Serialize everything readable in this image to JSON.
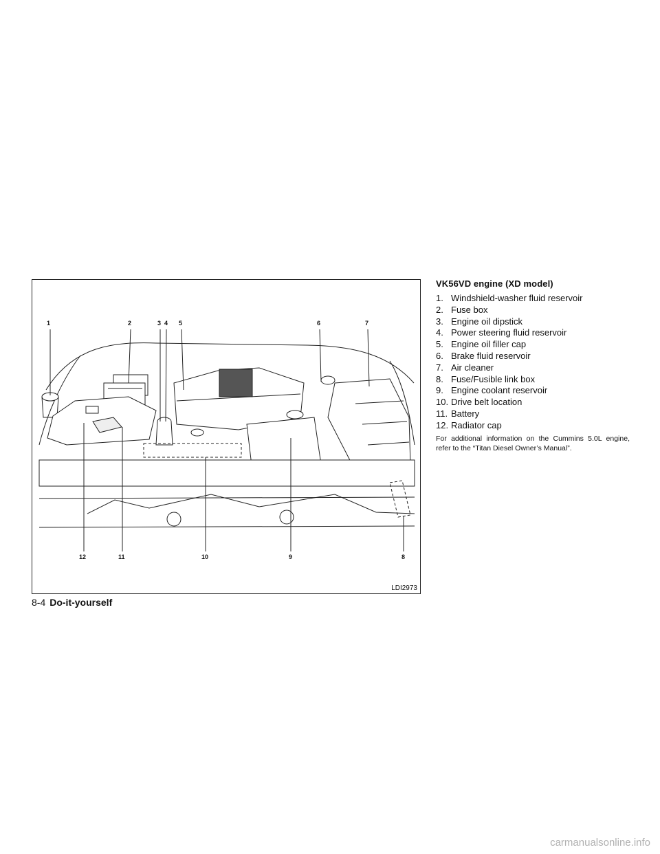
{
  "figure": {
    "callouts_top": [
      "1",
      "2",
      "3",
      "4",
      "5",
      "6",
      "7"
    ],
    "callouts_bottom": [
      "12",
      "11",
      "10",
      "9",
      "8"
    ],
    "figure_code": "LDI2973"
  },
  "section": {
    "heading": "VK56VD engine (XD model)",
    "items": [
      {
        "num": "1.",
        "label": "Windshield-washer fluid reservoir"
      },
      {
        "num": "2.",
        "label": "Fuse box"
      },
      {
        "num": "3.",
        "label": "Engine oil dipstick"
      },
      {
        "num": "4.",
        "label": "Power steering fluid reservoir"
      },
      {
        "num": "5.",
        "label": "Engine oil filler cap"
      },
      {
        "num": "6.",
        "label": "Brake fluid reservoir"
      },
      {
        "num": "7.",
        "label": "Air cleaner"
      },
      {
        "num": "8.",
        "label": "Fuse/Fusible link box"
      },
      {
        "num": "9.",
        "label": "Engine coolant reservoir"
      },
      {
        "num": "10.",
        "label": "Drive belt location"
      },
      {
        "num": "11.",
        "label": "Battery"
      },
      {
        "num": "12.",
        "label": "Radiator cap"
      }
    ],
    "note": "For additional information on the Cummins 5.0L engine, refer to the “Titan Diesel Owner’s Manual”."
  },
  "footer": {
    "page_number": "8-4",
    "section_title": "Do-it-yourself"
  },
  "watermark": "carmanualsonline.info"
}
